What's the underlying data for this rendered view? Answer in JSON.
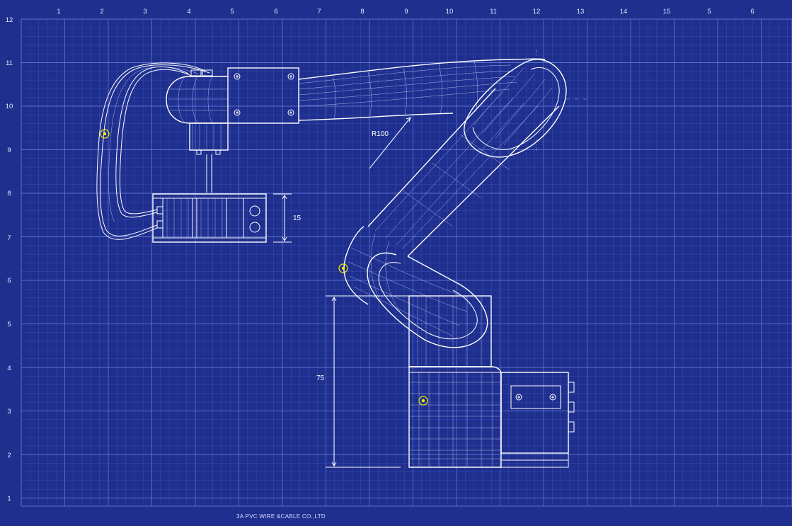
{
  "drawing": {
    "x_axis_labels": [
      "1",
      "2",
      "3",
      "4",
      "5",
      "6",
      "7",
      "8",
      "9",
      "10",
      "11",
      "12",
      "13",
      "14",
      "15",
      "5",
      "6"
    ],
    "y_axis_labels": [
      "12",
      "11",
      "10",
      "9",
      "8",
      "7",
      "6",
      "5",
      "4",
      "3",
      "2",
      "1"
    ],
    "dimensions": {
      "radius_label": "R100",
      "small_height_label": "15",
      "base_height_label": "75"
    },
    "footer_text": "3A PVC WIRE &CABLE CO.,LTD"
  },
  "colors": {
    "background": "#1e2f8e",
    "grid_major": "#5a6fd0",
    "grid_minor": "#3a4db5",
    "lines": "#ffffff",
    "pin_marker": "#f3f300"
  }
}
